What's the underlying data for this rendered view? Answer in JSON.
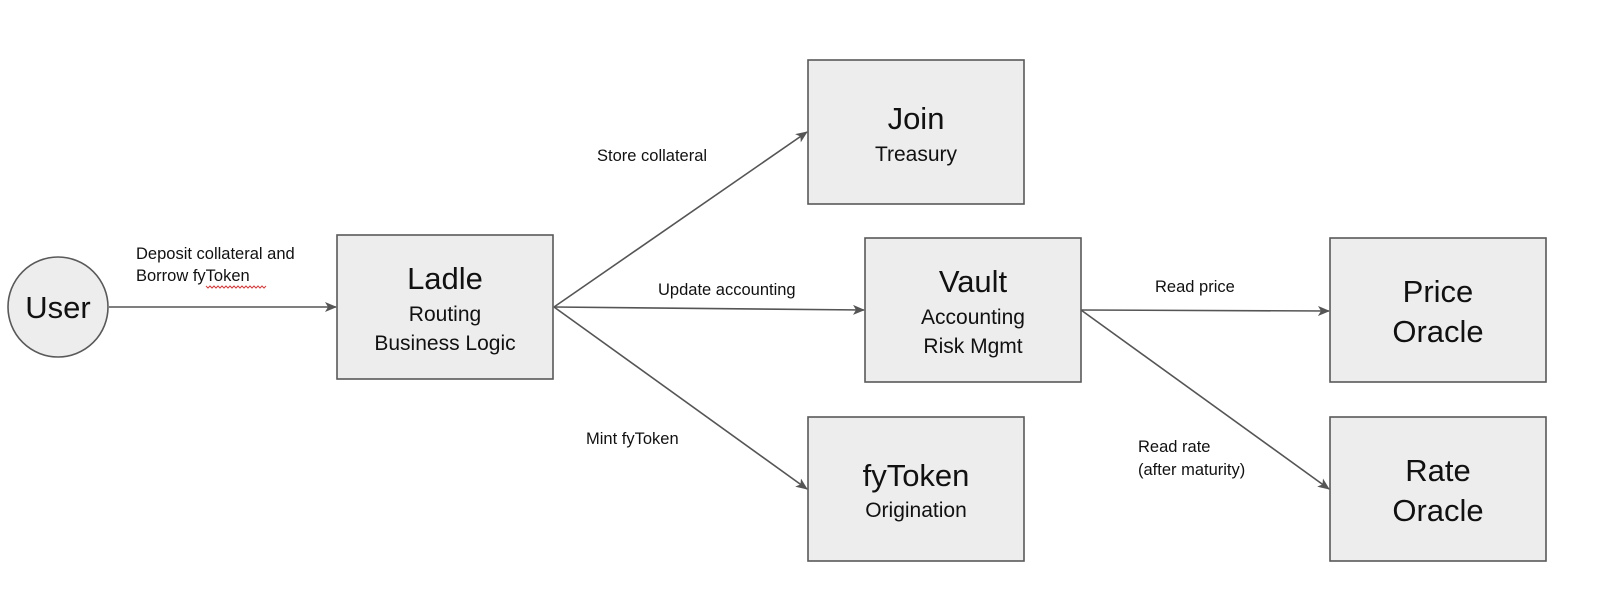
{
  "nodes": {
    "user": {
      "title": "User"
    },
    "ladle": {
      "title": "Ladle",
      "lines": [
        "Routing",
        "Business Logic"
      ]
    },
    "join": {
      "title": "Join",
      "lines": [
        "Treasury"
      ]
    },
    "vault": {
      "title": "Vault",
      "lines": [
        "Accounting",
        "Risk Mgmt"
      ]
    },
    "fytoken": {
      "title": "fyToken",
      "lines": [
        "Origination"
      ]
    },
    "price_oracle": {
      "lines": [
        "Price",
        "Oracle"
      ]
    },
    "rate_oracle": {
      "lines": [
        "Rate",
        "Oracle"
      ]
    }
  },
  "edges": {
    "user_ladle": {
      "label_lines": [
        "Deposit collateral and",
        "Borrow fyToken"
      ]
    },
    "ladle_join": {
      "label": "Store collateral"
    },
    "ladle_vault": {
      "label": "Update accounting"
    },
    "ladle_fytoken": {
      "label": "Mint fyToken"
    },
    "vault_price": {
      "label": "Read price"
    },
    "vault_rate": {
      "label_lines": [
        "Read rate",
        "(after maturity)"
      ]
    }
  }
}
